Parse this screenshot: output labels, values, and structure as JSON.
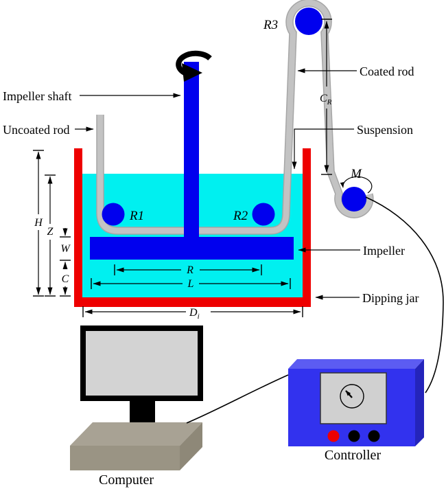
{
  "figure": {
    "type": "experimental-setup-schematic",
    "description": "Dip-coating rig: rod drawn through stirred suspension in a dipping jar, guided by rollers to a motor, monitored by computer and controller"
  },
  "labels": {
    "impeller_shaft": "Impeller shaft",
    "uncoated_rod": "Uncoated rod",
    "coated_rod": "Coated rod",
    "suspension": "Suspension",
    "impeller": "Impeller",
    "dipping_jar": "Dipping jar",
    "computer": "Computer",
    "controller": "Controller"
  },
  "rollers": {
    "r1": "R1",
    "r2": "R2",
    "r3": "R3",
    "motor": "M"
  },
  "dims": {
    "h": "H",
    "z": "Z",
    "w": "W",
    "c": "C",
    "r": "R",
    "l": "L",
    "d": "D",
    "d_sub": "i",
    "cr": "C",
    "cr_sub": "R"
  },
  "colors": {
    "jar_red": "#EE0000",
    "liquid_cyan": "#00F0F0",
    "part_blue": "#0000EE",
    "rod_gray": "#C3C3C3",
    "rod_edge_gray": "#A6A6A6",
    "screen_gray": "#D3D3D3",
    "panel_gray": "#D0D0D0",
    "base_top": "#A8A294",
    "base_front": "#9A9484",
    "base_side": "#8E8878",
    "ctrl_front": "#3232EE",
    "ctrl_top": "#5C5CF2",
    "ctrl_side": "#2424BB",
    "button_red": "#EE0000",
    "button_black": "#000000",
    "line_black": "#000000"
  }
}
